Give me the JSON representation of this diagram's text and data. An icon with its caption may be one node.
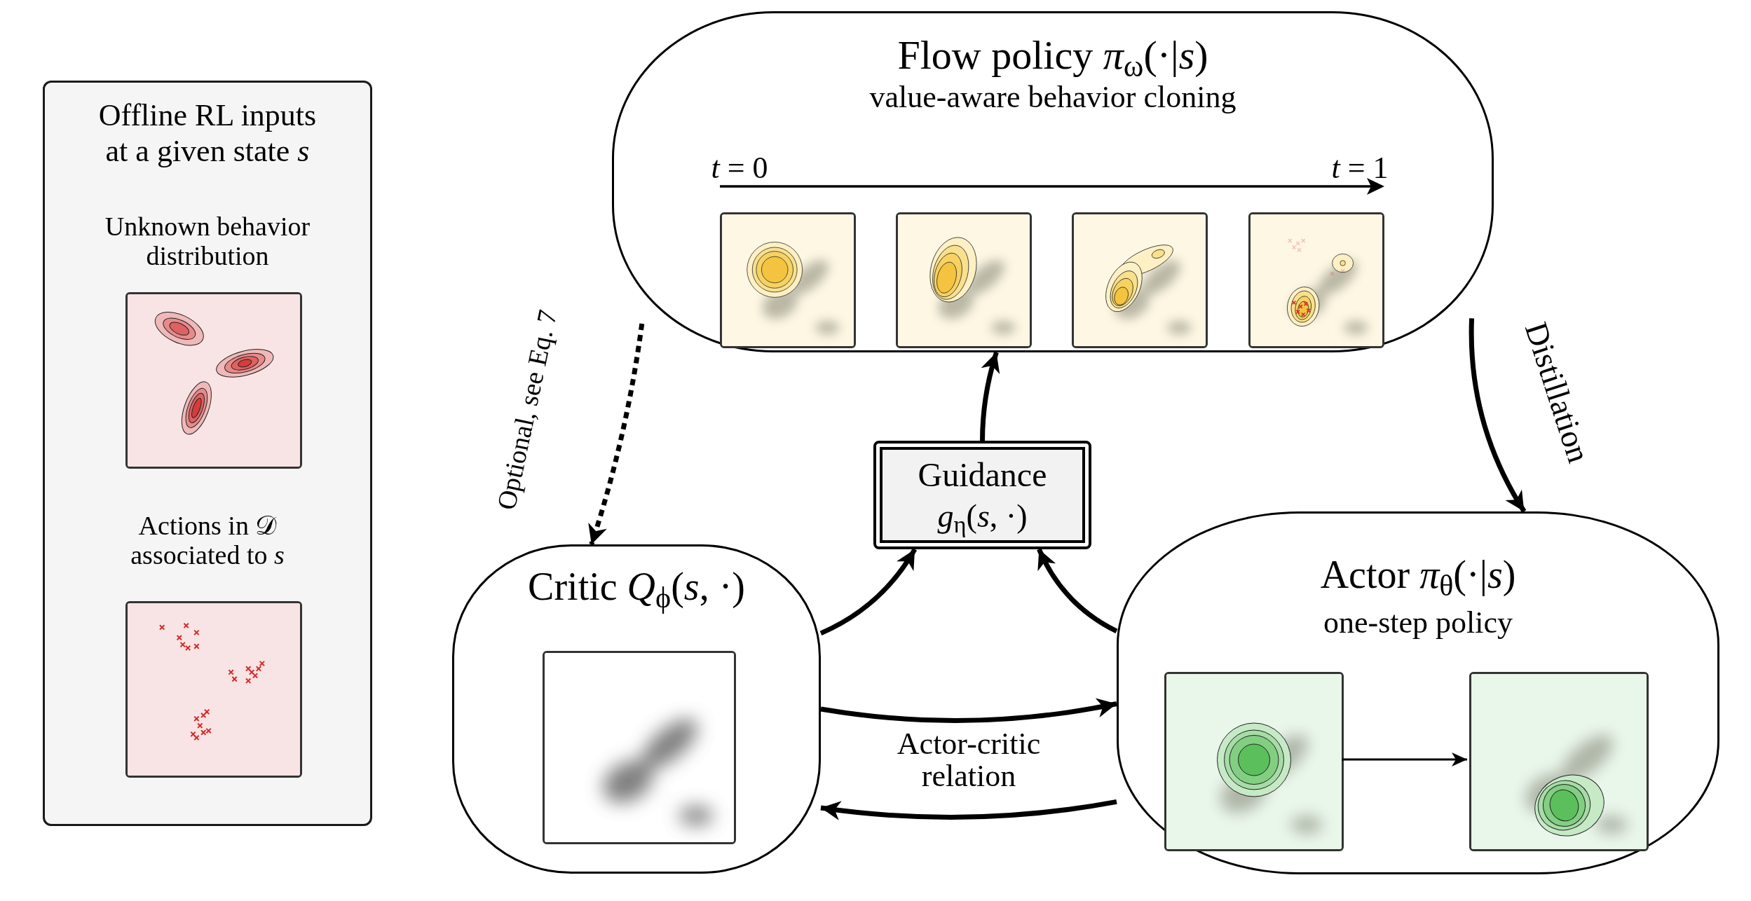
{
  "diagram": {
    "nodes": [
      {
        "text": [
          "Offline RL inputs at a given state *s*",
          "Unknown behavior distribution",
          "Actions in 𝒟 associated to *s*"
        ]
      },
      {
        "text": [
          "Flow policy *π*$_{ω}$(·|*s*)",
          "value-aware behavior cloning"
        ]
      },
      {
        "text": [
          "Guidance",
          "*g*$_{η}$(*s*, ·)"
        ]
      },
      {
        "text": [
          "Critic *Q*$_{ϕ}$(*s*, ·)"
        ]
      },
      {
        "text": [
          "Actor *π*$_{θ}$(·|*s*)",
          "one-step policy"
        ]
      },
      {
        "text": [],
        "shape": "picture",
        "in": 4
      },
      {
        "text": [],
        "shape": "picture",
        "in": 4
      }
    ],
    "edges": [
      {
        "from": 1,
        "to": 3,
        "arrow": "to",
        "label": "Optional, see Eq. 7",
        "style": "dashed"
      },
      {
        "from": 1,
        "to": 4,
        "arrow": "to",
        "label": "Distillation"
      },
      {
        "from": 2,
        "to": 1,
        "arrow": "to"
      },
      {
        "from": 3,
        "to": 2,
        "arrow": "to"
      },
      {
        "from": 4,
        "to": 2,
        "arrow": "to"
      },
      {
        "from": 3,
        "to": 4,
        "arrow": "to"
      },
      {
        "from": 4,
        "to": 3,
        "arrow": "to"
      },
      {
        "from": 5,
        "to": 6,
        "arrow": "to"
      }
    ],
    "labels": [
      "*t* = 0",
      "*t* = 1",
      "Actor-critic relation"
    ]
  }
}
